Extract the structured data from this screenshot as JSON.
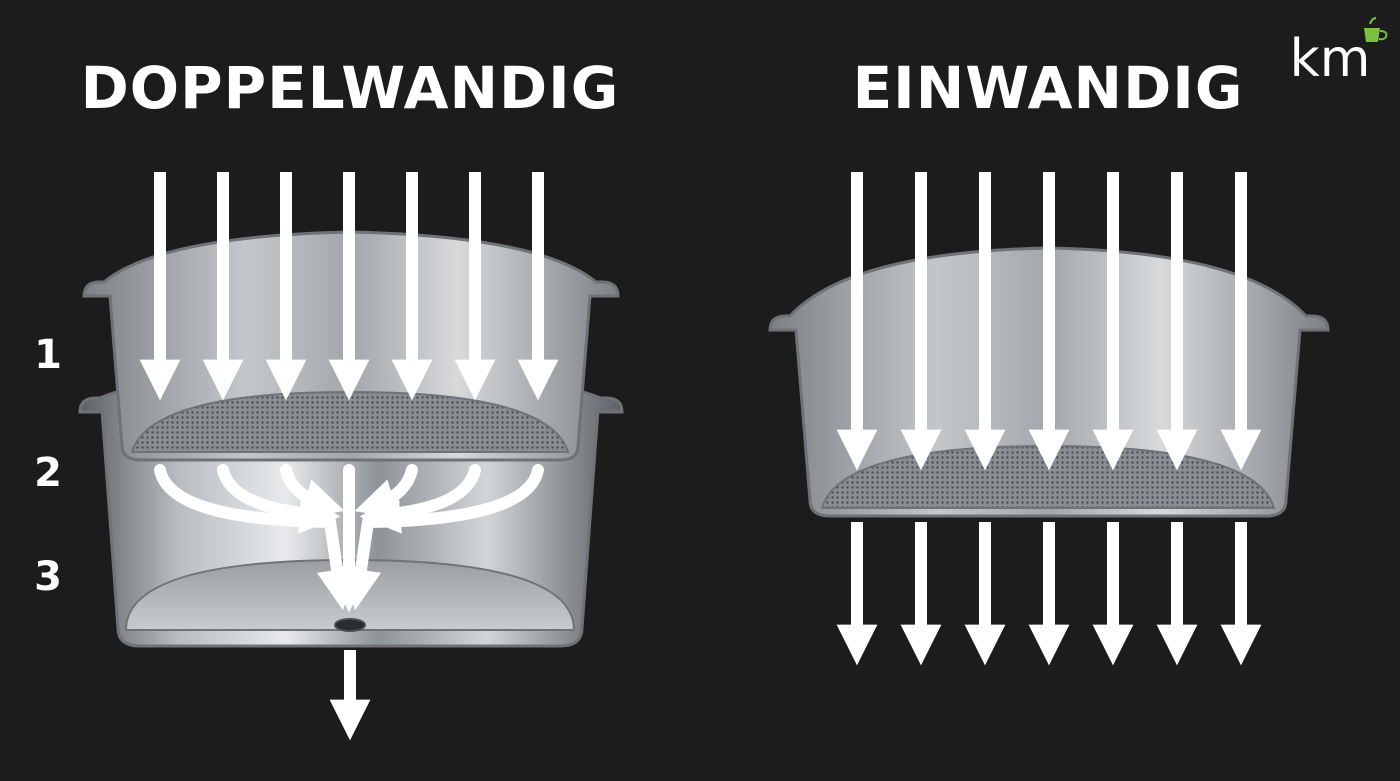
{
  "left": {
    "title": "DOPPELWANDIG",
    "labels": [
      "1",
      "2",
      "3"
    ]
  },
  "right": {
    "title": "EINWANDIG"
  },
  "logo": {
    "text": "km",
    "accent_color": "#7ac142"
  },
  "colors": {
    "background": "#1c1c1c",
    "arrow": "#ffffff",
    "outline": "#6f7378"
  }
}
